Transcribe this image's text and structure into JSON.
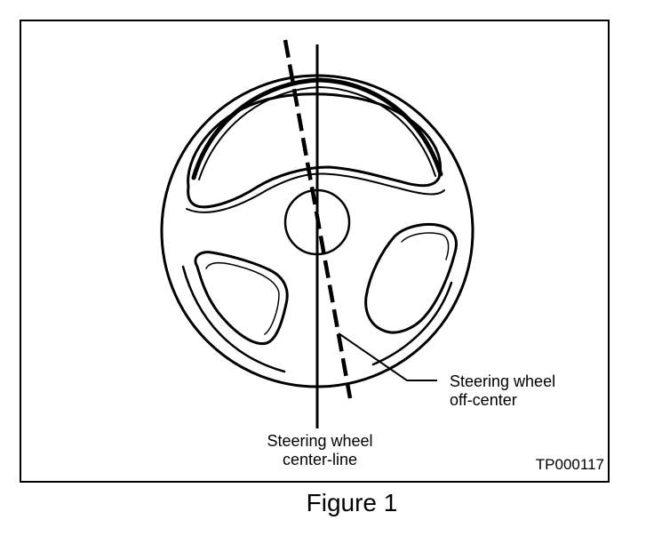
{
  "labels": {
    "centerline": [
      "Steering wheel",
      "center-line"
    ],
    "offcenter": [
      "Steering wheel",
      "off-center"
    ]
  },
  "figure_code": "TP000117",
  "caption": "Figure 1",
  "icons": {
    "steering_wheel": "steering-wheel-icon"
  }
}
